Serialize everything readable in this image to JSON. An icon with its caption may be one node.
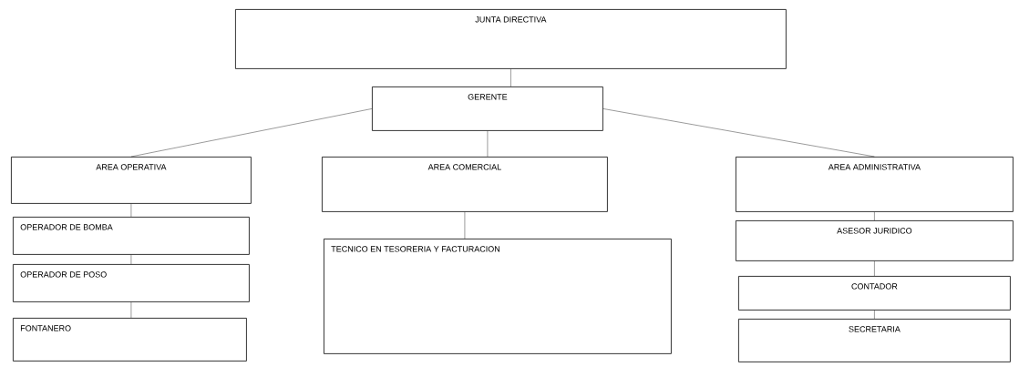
{
  "diagram": {
    "nodes": [
      {
        "text": [
          "JUNTA DIRECTIVA"
        ]
      },
      {
        "text": [
          "GERENTE"
        ]
      },
      {
        "text": [
          "AREA OPERATIVA"
        ]
      },
      {
        "text": [
          "AREA COMERCIAL"
        ]
      },
      {
        "text": [
          "AREA ADMINISTRATIVA"
        ]
      },
      {
        "text": [
          "OPERADOR DE BOMBA"
        ]
      },
      {
        "text": [
          "OPERADOR DE POSO"
        ]
      },
      {
        "text": [
          "FONTANERO"
        ]
      },
      {
        "text": [
          "TECNICO EN TESORERIA Y FACTURACION"
        ]
      },
      {
        "text": [
          "ASESOR JURIDICO"
        ]
      },
      {
        "text": [
          "CONTADOR"
        ]
      },
      {
        "text": [
          "SECRETARIA"
        ]
      }
    ],
    "edges": [
      {
        "from": 0,
        "to": 1,
        "arrow": "none"
      },
      {
        "from": 1,
        "to": 2,
        "arrow": "none"
      },
      {
        "from": 1,
        "to": 3,
        "arrow": "none"
      },
      {
        "from": 1,
        "to": 4,
        "arrow": "none"
      },
      {
        "from": 2,
        "to": 5,
        "arrow": "none"
      },
      {
        "from": 5,
        "to": 6,
        "arrow": "none"
      },
      {
        "from": 6,
        "to": 7,
        "arrow": "none"
      },
      {
        "from": 3,
        "to": 8,
        "arrow": "none"
      },
      {
        "from": 4,
        "to": 9,
        "arrow": "none"
      },
      {
        "from": 9,
        "to": 10,
        "arrow": "none"
      },
      {
        "from": 10,
        "to": 11,
        "arrow": "none"
      }
    ]
  }
}
